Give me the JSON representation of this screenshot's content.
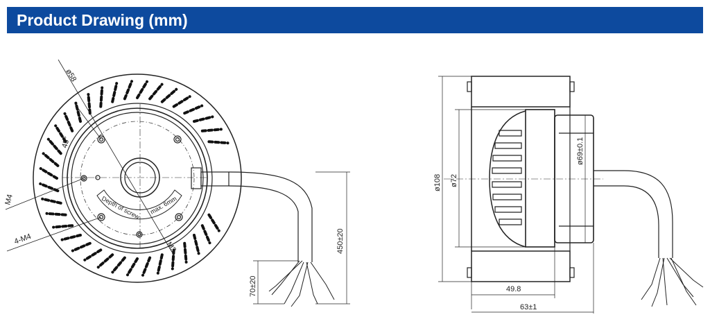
{
  "header": {
    "title": "Product Drawing (mm)"
  },
  "front_view": {
    "labels": {
      "dia58": "ø58",
      "angle": "45°",
      "m4": "M4",
      "four_m4": "4-M4",
      "m3": "M3",
      "screw_depth": "Depth of screw",
      "screw_max": "max. 6mm",
      "cable_length": "450±20",
      "lead_length": "70±20"
    }
  },
  "side_view": {
    "labels": {
      "dia108": "ø108",
      "dia72": "ø72",
      "dia69": "ø69±0.1",
      "width_498": "49.8",
      "width_63": "63±1"
    }
  },
  "colors": {
    "header_bg": "#0d4a9e",
    "header_text": "#ffffff",
    "line": "#222222"
  }
}
